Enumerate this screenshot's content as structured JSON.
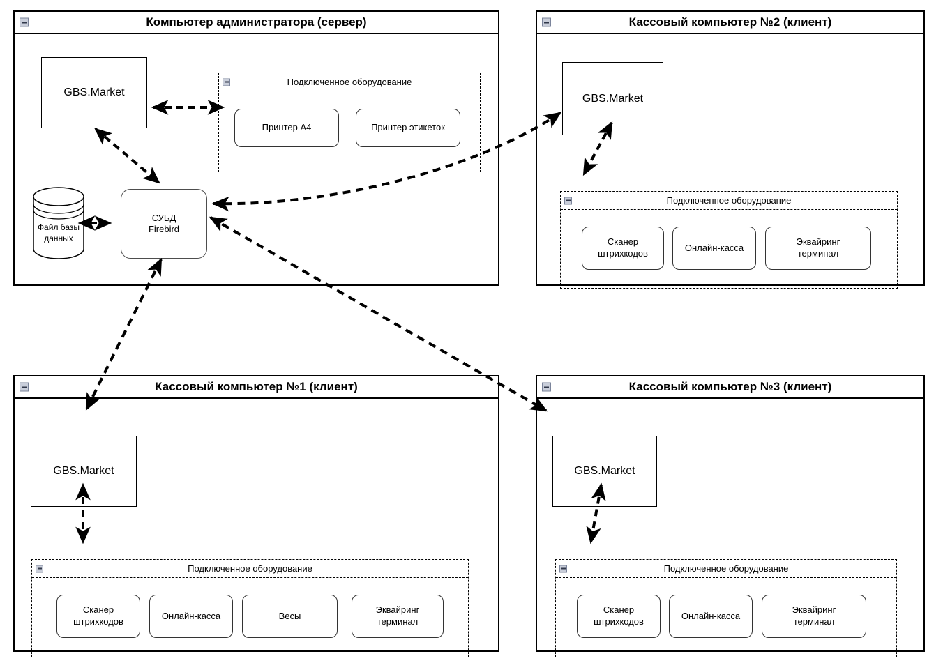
{
  "diagram": {
    "title_server": "Компьютер администратора (сервер)",
    "title_pos2": "Кассовый компьютер №2 (клиент)",
    "title_pos1": "Кассовый компьютер №1 (клиент)",
    "title_pos3": "Кассовый компьютер №3 (клиент)",
    "equipment_group_label": "Подключенное оборудование",
    "app_label": "GBS.Market",
    "dbms_line1": "СУБД",
    "dbms_line2": "Firebird",
    "database_line1": "Файл базы",
    "database_line2": "данных",
    "colors": {
      "stroke": "#000000",
      "device_stroke": "#333333",
      "dbms_stroke": "#4d4d4d",
      "collapse_fill": "#c9ceda",
      "collapse_border": "#7b849b",
      "background": "#ffffff"
    }
  },
  "panels": [
    {
      "id": "server",
      "title": "Компьютер администратора (сервер)",
      "app": "GBS.Market",
      "equipment_label": "Подключенное оборудование",
      "devices": [
        "Принтер A4",
        "Принтер этикеток"
      ],
      "dbms": {
        "line1": "СУБД",
        "line2": "Firebird"
      },
      "database": {
        "line1": "Файл базы",
        "line2": "данных"
      }
    },
    {
      "id": "pos2",
      "title": "Кассовый компьютер №2 (клиент)",
      "app": "GBS.Market",
      "equipment_label": "Подключенное оборудование",
      "devices": [
        "Сканер\nштрихкодов",
        "Онлайн-касса",
        "Эквайринг\nтерминал"
      ]
    },
    {
      "id": "pos1",
      "title": "Кассовый компьютер №1 (клиент)",
      "app": "GBS.Market",
      "equipment_label": "Подключенное оборудование",
      "devices": [
        "Сканер\nштрихкодов",
        "Онлайн-касса",
        "Весы",
        "Эквайринг\nтерминал"
      ]
    },
    {
      "id": "pos3",
      "title": "Кассовый компьютер №3 (клиент)",
      "app": "GBS.Market",
      "equipment_label": "Подключенное оборудование",
      "devices": [
        "Сканер\nштрихкодов",
        "Онлайн-касса",
        "Эквайринг\nтерминал"
      ]
    }
  ],
  "devices": {
    "printer_a4": "Принтер A4",
    "printer_label": "Принтер этикеток",
    "scanner_l1": "Сканер",
    "scanner_l2": "штрихкодов",
    "online_cashbox": "Онлайн-касса",
    "scales": "Весы",
    "acquiring_l1": "Эквайринг",
    "acquiring_l2": "терминал"
  },
  "connections": [
    {
      "from": "server.app",
      "to": "server.equipment",
      "type": "bidirectional"
    },
    {
      "from": "server.database",
      "to": "server.dbms",
      "type": "bidirectional"
    },
    {
      "from": "server.app",
      "to": "server.dbms",
      "type": "bidirectional"
    },
    {
      "from": "pos2.app",
      "to": "server.dbms",
      "type": "bidirectional"
    },
    {
      "from": "pos1.app",
      "to": "server.dbms",
      "type": "bidirectional"
    },
    {
      "from": "pos3.app",
      "to": "server.dbms",
      "type": "bidirectional"
    },
    {
      "from": "pos2.app",
      "to": "pos2.equipment",
      "type": "bidirectional"
    },
    {
      "from": "pos1.app",
      "to": "pos1.equipment",
      "type": "bidirectional"
    },
    {
      "from": "pos3.app",
      "to": "pos3.equipment",
      "type": "bidirectional"
    }
  ]
}
